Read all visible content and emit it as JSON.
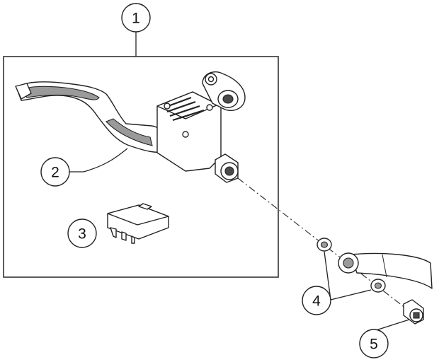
{
  "callouts": {
    "c1": "1",
    "c2": "2",
    "c3": "3",
    "c4": "4",
    "c5": "5"
  },
  "colors": {
    "stroke": "#222222",
    "shade": "#9a9a9a",
    "background": "#ffffff"
  },
  "parts": [
    "hand-brake-cylinder-assembly-icon",
    "brake-lever-master-cylinder-icon",
    "reservoir-block-icon",
    "washer-icon",
    "banjo-bolt-icon"
  ]
}
